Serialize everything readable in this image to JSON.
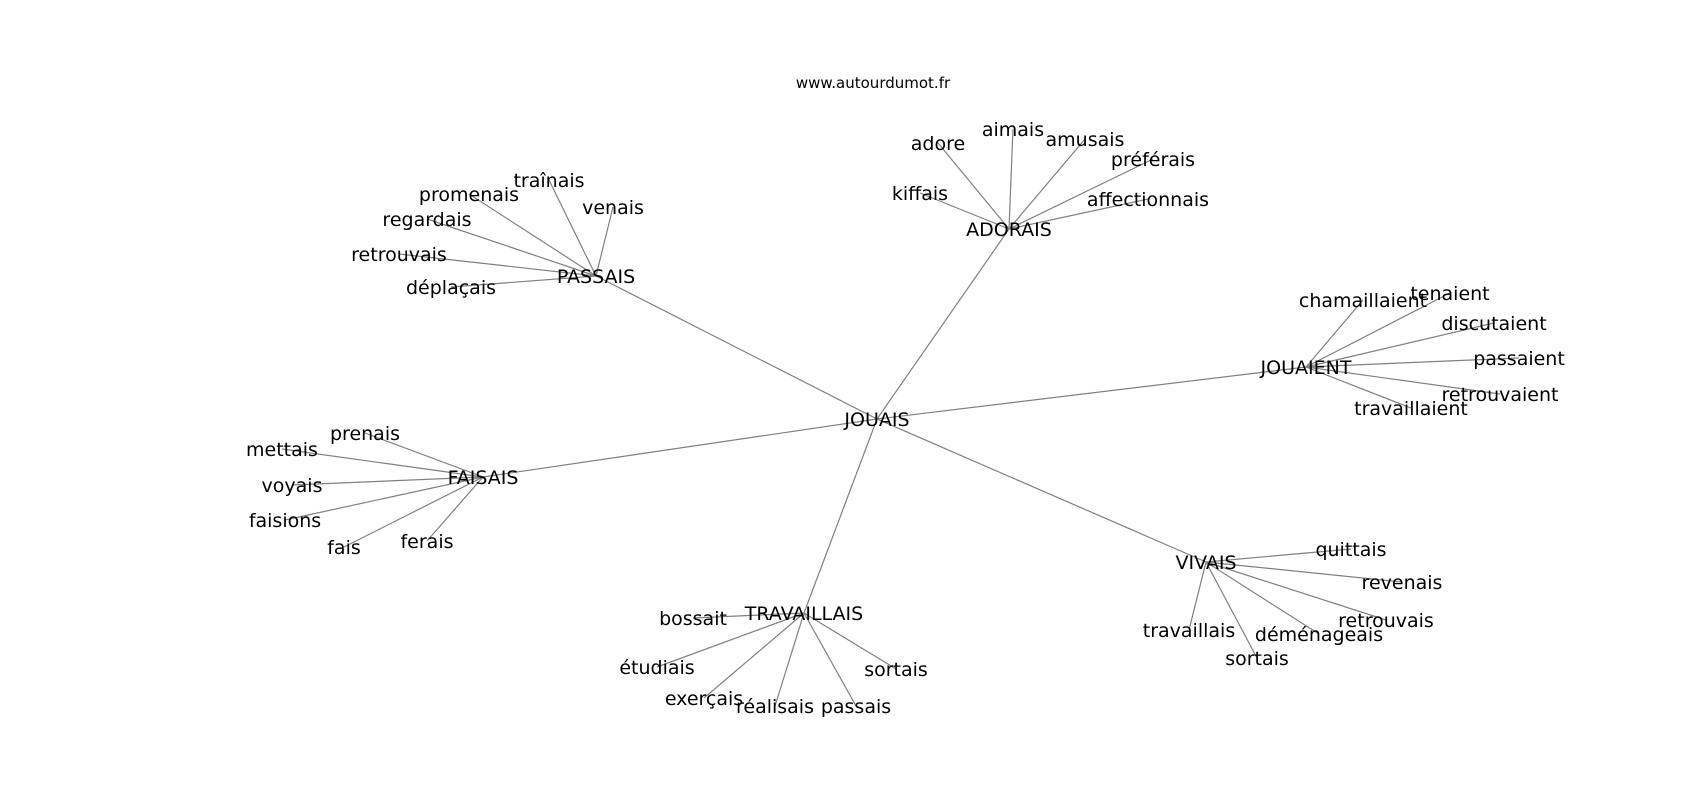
{
  "site": "www.autourdumot.fr",
  "root": "JOUAIS",
  "groups": [
    {
      "hub": "PASSAIS",
      "leaves": [
        "promenais",
        "traînais",
        "venais",
        "regardais",
        "retrouvais",
        "déplaçais"
      ]
    },
    {
      "hub": "ADORAIS",
      "leaves": [
        "adore",
        "aimais",
        "amusais",
        "préférais",
        "affectionnais",
        "kiffais"
      ]
    },
    {
      "hub": "JOUAIENT",
      "leaves": [
        "chamaillaient",
        "tenaient",
        "discutaient",
        "passaient",
        "retrouvaient",
        "travaillaient"
      ]
    },
    {
      "hub": "FAISAIS",
      "leaves": [
        "prenais",
        "mettais",
        "voyais",
        "faisions",
        "fais",
        "ferais"
      ]
    },
    {
      "hub": "TRAVAILLAIS",
      "leaves": [
        "bossait",
        "étudiais",
        "exerçais",
        "réalisais",
        "passais",
        "sortais"
      ]
    },
    {
      "hub": "VIVAIS",
      "leaves": [
        "quittais",
        "revenais",
        "retrouvais",
        "déménageais",
        "sortais",
        "travaillais"
      ]
    }
  ]
}
